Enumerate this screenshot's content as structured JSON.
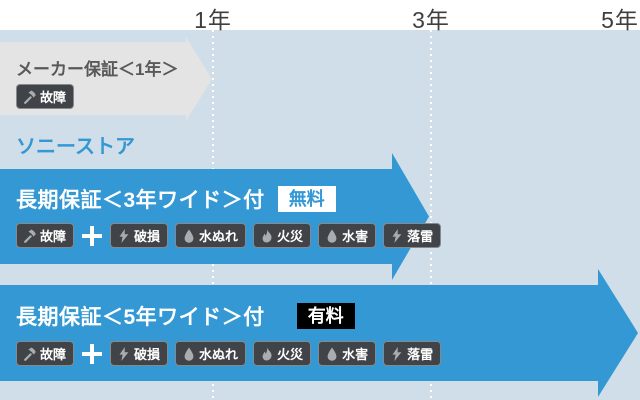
{
  "timeline": {
    "year_labels": [
      "1年",
      "3年",
      "5年"
    ]
  },
  "manufacturer_warranty": {
    "title": "メーカー保証＜1年＞",
    "badge": {
      "icon": "hammer-icon",
      "label": "故障"
    }
  },
  "store": {
    "label": "ソニーストア"
  },
  "plans": [
    {
      "title": "長期保証＜3年ワイド＞付",
      "price_label": "無料",
      "price_type": "free",
      "base_badge": {
        "icon": "hammer-icon",
        "label": "故障"
      },
      "extra_badges": [
        {
          "icon": "lightning-icon",
          "label": "破損"
        },
        {
          "icon": "droplet-icon",
          "label": "水ぬれ"
        },
        {
          "icon": "flame-icon",
          "label": "火災"
        },
        {
          "icon": "droplet-icon",
          "label": "水害"
        },
        {
          "icon": "lightning-icon",
          "label": "落雷"
        }
      ]
    },
    {
      "title": "長期保証＜5年ワイド＞付",
      "price_label": "有料",
      "price_type": "paid",
      "base_badge": {
        "icon": "hammer-icon",
        "label": "故障"
      },
      "extra_badges": [
        {
          "icon": "lightning-icon",
          "label": "破損"
        },
        {
          "icon": "droplet-icon",
          "label": "水ぬれ"
        },
        {
          "icon": "flame-icon",
          "label": "火災"
        },
        {
          "icon": "droplet-icon",
          "label": "水害"
        },
        {
          "icon": "lightning-icon",
          "label": "落雷"
        }
      ]
    }
  ],
  "icons": [
    "hammer-icon",
    "lightning-icon",
    "droplet-icon",
    "flame-icon",
    "plus-icon"
  ],
  "colors": {
    "background": "#cfdee8",
    "header_bg": "#ffffff",
    "accent_blue": "#3398d4",
    "gray_arrow": "#e4e4e4",
    "badge_bg": "#404448",
    "badge_icon": "#a9adaf",
    "free_badge_bg": "#ffffff",
    "paid_badge_bg": "#000000"
  }
}
